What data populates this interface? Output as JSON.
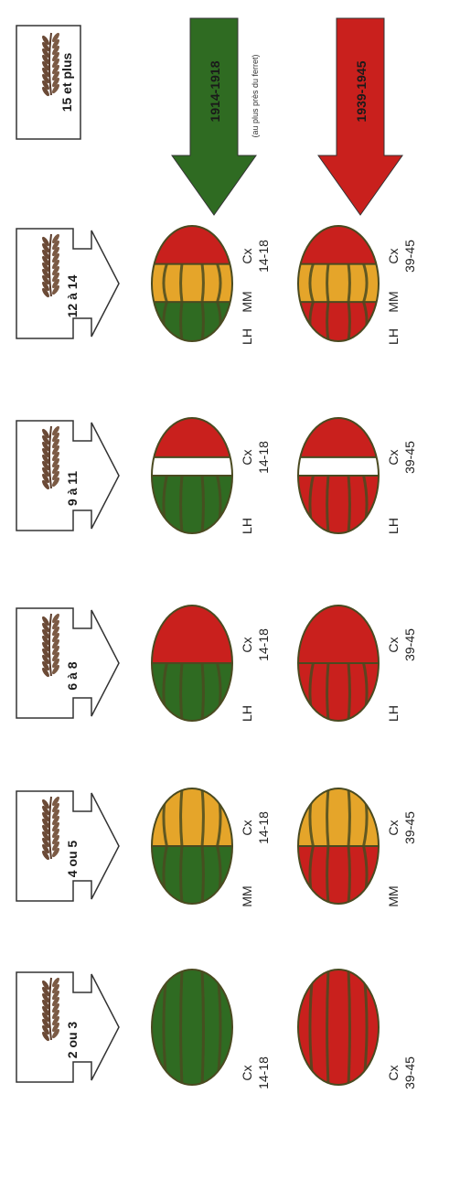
{
  "colors": {
    "green": "#2f6b22",
    "red": "#c9201d",
    "gold": "#e5a52a",
    "outline": "#4a4a20",
    "white": "#ffffff"
  },
  "count_boxes": [
    {
      "text": "2 ou 3",
      "icon": "palm-branch-icon"
    },
    {
      "text": "4 ou 5",
      "icon": "palm-branch-icon"
    },
    {
      "text": "6 à 8",
      "icon": "palm-branch-icon"
    },
    {
      "text": "9 à 11",
      "icon": "palm-branch-icon"
    },
    {
      "text": "12 à 14",
      "icon": "palm-branch-icon"
    },
    {
      "text": "15 et plus",
      "icon": "palm-branch-icon"
    }
  ],
  "wars": [
    {
      "label": "1914-1918",
      "note": "(au plus près du ferret)",
      "color": "#2f6b22"
    },
    {
      "label": "1939-1945",
      "color": "#c9201d"
    }
  ],
  "columns": [
    {
      "labels_ww1": [
        "Cx",
        "14-18"
      ],
      "labels_ww2": [
        "Cx",
        "39-45"
      ]
    },
    {
      "labels_ww1": [
        "MM",
        "Cx",
        "14-18"
      ],
      "labels_ww2": [
        "MM",
        "Cx",
        "39-45"
      ]
    },
    {
      "labels_ww1": [
        "LH",
        "Cx",
        "14-18"
      ],
      "labels_ww2": [
        "LH",
        "Cx",
        "39-45"
      ]
    },
    {
      "labels_ww1": [
        "LH",
        "Cx",
        "14-18"
      ],
      "labels_ww2": [
        "LH",
        "Cx",
        "39-45"
      ]
    },
    {
      "labels_ww1": [
        "LH",
        "MM",
        "Cx",
        "14-18"
      ],
      "labels_ww2": [
        "LH",
        "MM",
        "Cx",
        "39-45"
      ]
    }
  ]
}
